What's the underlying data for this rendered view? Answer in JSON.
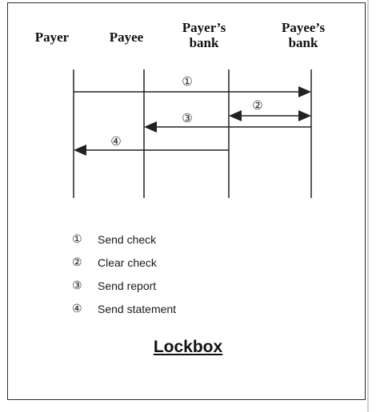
{
  "participants": {
    "payer": [
      "Payer"
    ],
    "payee": [
      "Payee"
    ],
    "payer_bank": [
      "Payer’s",
      "bank"
    ],
    "payee_bank": [
      "Payee’s",
      "bank"
    ]
  },
  "messages": [
    {
      "num": "①",
      "from": "payer",
      "to": "payee_bank",
      "label": "Send check"
    },
    {
      "num": "②",
      "from": "payee_bank",
      "to": "payer_bank",
      "label": "Clear check",
      "bidirectional": true
    },
    {
      "num": "③",
      "from": "payee_bank",
      "to": "payee",
      "label": "Send report"
    },
    {
      "num": "④",
      "from": "payer_bank",
      "to": "payer",
      "label": "Send statement"
    }
  ],
  "title": "Lockbox"
}
